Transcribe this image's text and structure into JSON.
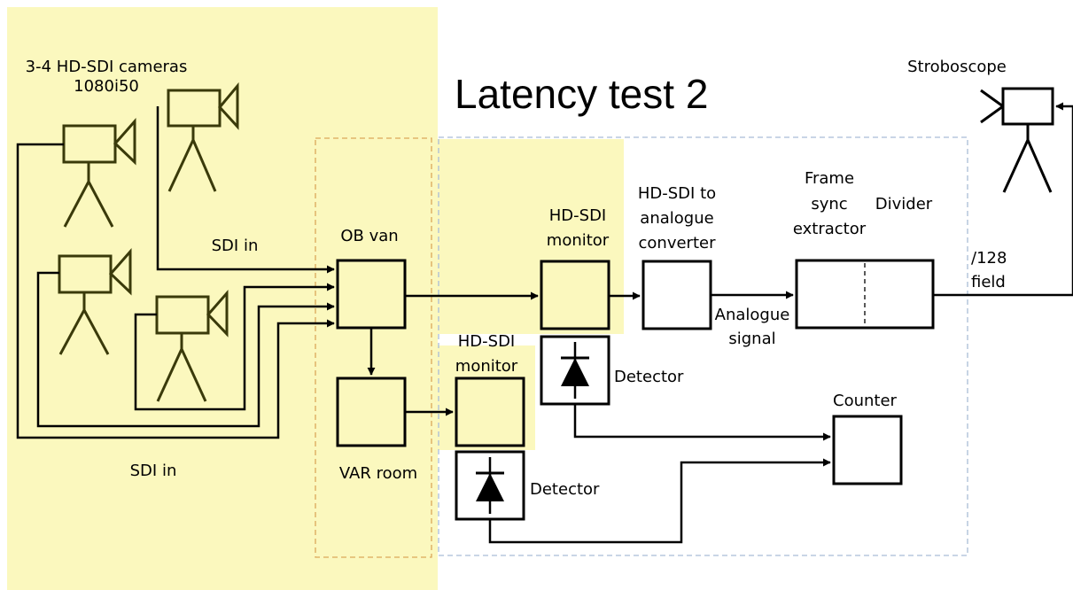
{
  "title": "Latency test 2",
  "labels": {
    "cameras_line1": "3-4 HD-SDI cameras",
    "cameras_line2": "1080i50",
    "stroboscope": "Stroboscope",
    "sdi_in_top": "SDI in",
    "sdi_in_bottom": "SDI in",
    "ob_van": "OB van",
    "var_room": "VAR room",
    "hdsdi_monitor_top_1": "HD-SDI",
    "hdsdi_monitor_top_2": "monitor",
    "hdsdi_monitor_var_1": "HD-SDI",
    "hdsdi_monitor_var_2": "monitor",
    "converter_1": "HD-SDI to",
    "converter_2": "analogue",
    "converter_3": "converter",
    "frame_sync_1": "Frame",
    "frame_sync_2": "sync",
    "frame_sync_3": "extractor",
    "divider": "Divider",
    "field_1": "/128",
    "field_2": "field",
    "analogue_1": "Analogue",
    "analogue_2": "signal",
    "detector_top": "Detector",
    "detector_bottom": "Detector",
    "counter": "Counter"
  },
  "colors": {
    "highlight": "#fbf8be",
    "camera_stroke": "#3a3a0a",
    "ob_dash": "#dba75a",
    "blue_dash": "#a9bcd6"
  }
}
